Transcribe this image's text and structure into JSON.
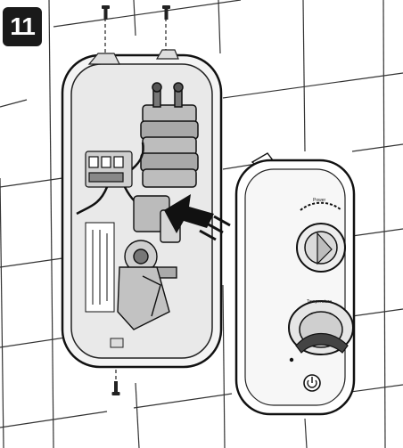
{
  "step": {
    "number": "11"
  },
  "cover": {
    "power_label": "Power",
    "temperature_label": "Temperature"
  },
  "icons": [
    "screw-icon",
    "arrow-icon",
    "power-icon"
  ]
}
